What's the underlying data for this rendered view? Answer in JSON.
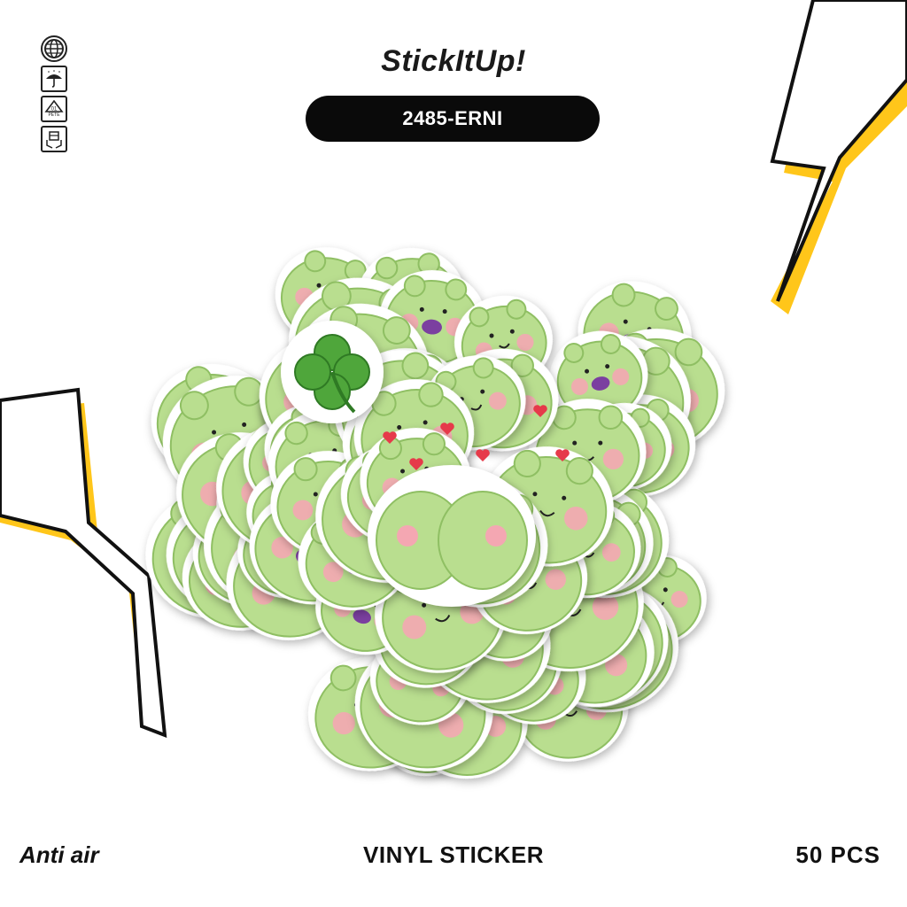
{
  "brand": {
    "name": "StickItUp!"
  },
  "product": {
    "code": "2485-ERNI"
  },
  "footer": {
    "left_label": "Anti air",
    "center_label": "VINYL STICKER",
    "right_label": "50 PCS"
  },
  "package_icons": [
    "globe-icon",
    "umbrella-icon",
    "pete-recycle-icon",
    "box-hands-icon"
  ],
  "recycle_label": {
    "number": "01",
    "material": "PETE"
  },
  "colors": {
    "accent_yellow": "#ffc61a",
    "pill_background": "#0a0a0a",
    "frog_green": "#b9de8f",
    "cheek_pink": "#f4a7b2"
  }
}
